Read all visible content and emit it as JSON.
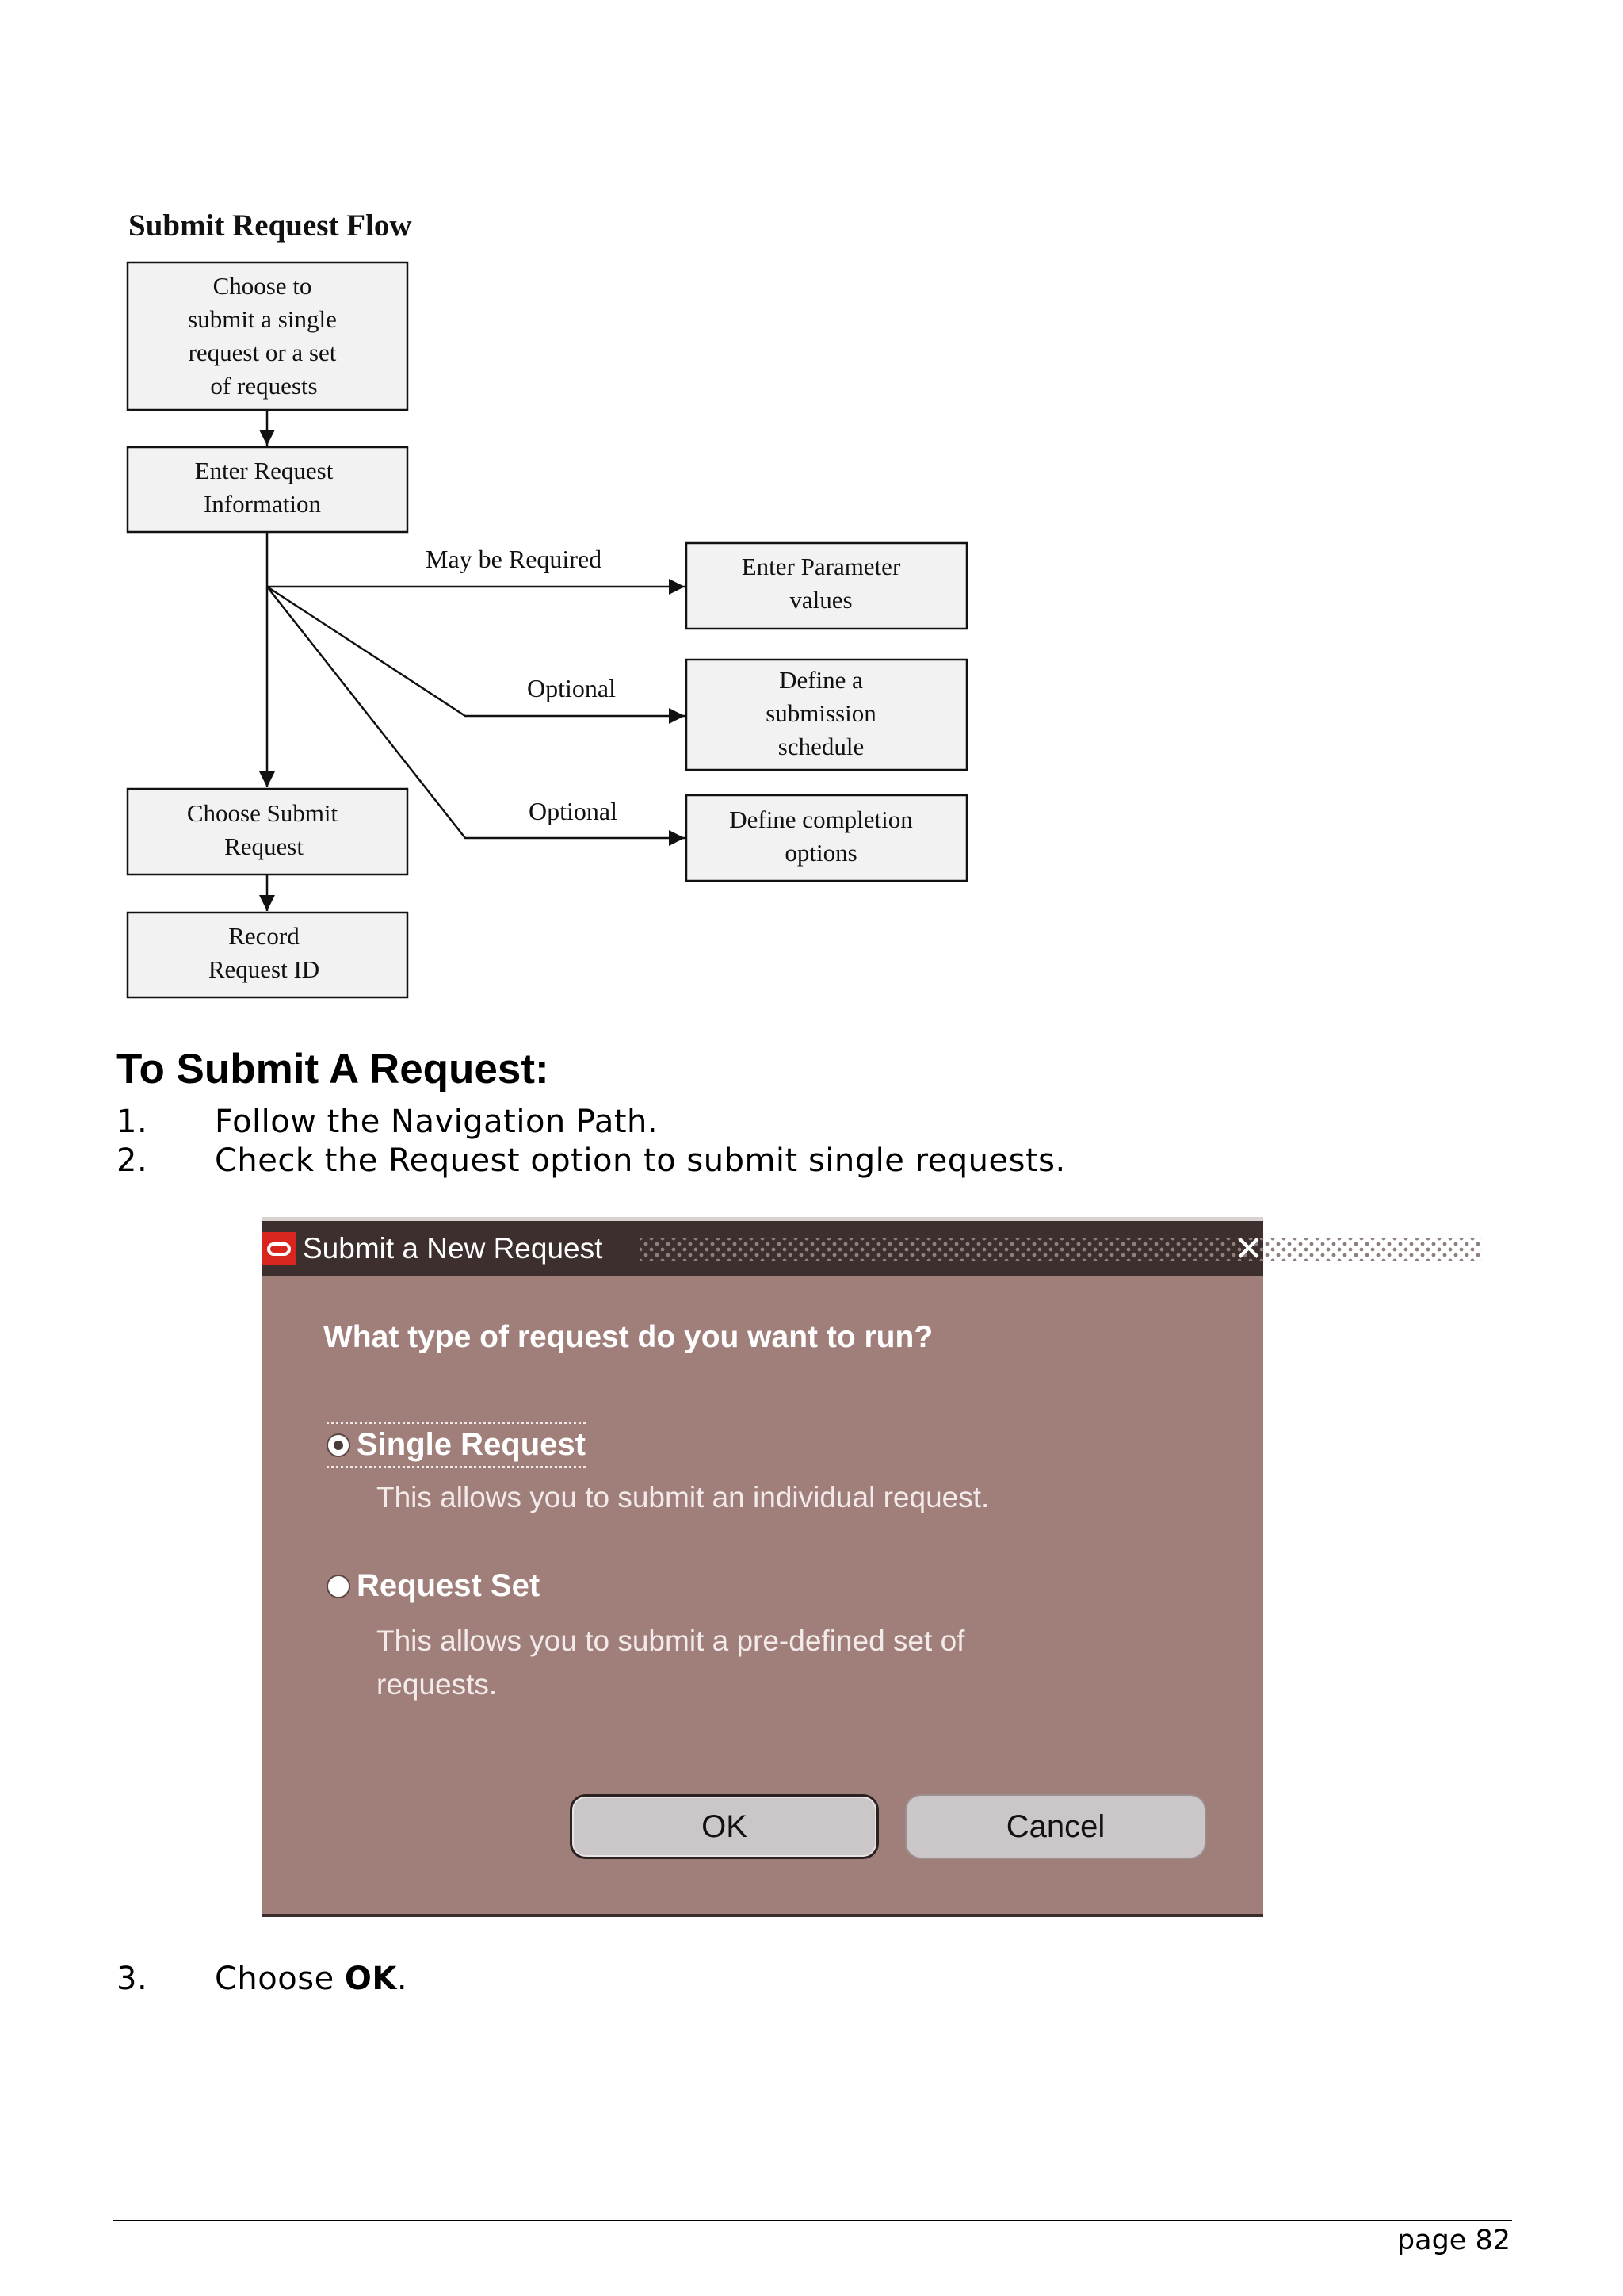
{
  "diagram": {
    "title": "Submit Request Flow",
    "boxes": {
      "choose": [
        "Choose to",
        "submit a single",
        "request or a set",
        "of requests"
      ],
      "enter_info": [
        "Enter Request",
        "Information"
      ],
      "choose_submit": [
        "Choose Submit",
        "Request"
      ],
      "record": [
        "Record",
        "Request ID"
      ],
      "param": [
        "Enter Parameter",
        "values"
      ],
      "schedule": [
        "Define a",
        "submission",
        "schedule"
      ],
      "completion": [
        "Define completion",
        "options"
      ]
    },
    "labels": {
      "may_be_required": "May be Required",
      "optional_1": "Optional",
      "optional_2": "Optional"
    }
  },
  "section": {
    "heading": "To Submit A Request:",
    "steps": [
      {
        "num": "1.",
        "text": "Follow the Navigation Path."
      },
      {
        "num": "2.",
        "text": "Check the Request option to submit single requests."
      },
      {
        "num": "3.",
        "text_before": "Choose ",
        "text_bold": "OK",
        "text_after": "."
      }
    ]
  },
  "dialog": {
    "title": "Submit a New Request",
    "question": "What type of request do you want to run?",
    "options": [
      {
        "label": "Single Request",
        "description": "This allows you to submit an individual request.",
        "selected": true
      },
      {
        "label": "Request Set",
        "description_lines": [
          "This allows you to submit a pre-defined set of",
          "requests."
        ],
        "selected": false
      }
    ],
    "ok_label": "OK",
    "cancel_label": "Cancel",
    "colors": {
      "body": "#a07f7b",
      "titlebar": "#3d2f2d",
      "logo": "#d8261f"
    }
  },
  "footer": {
    "page": "page 82"
  }
}
